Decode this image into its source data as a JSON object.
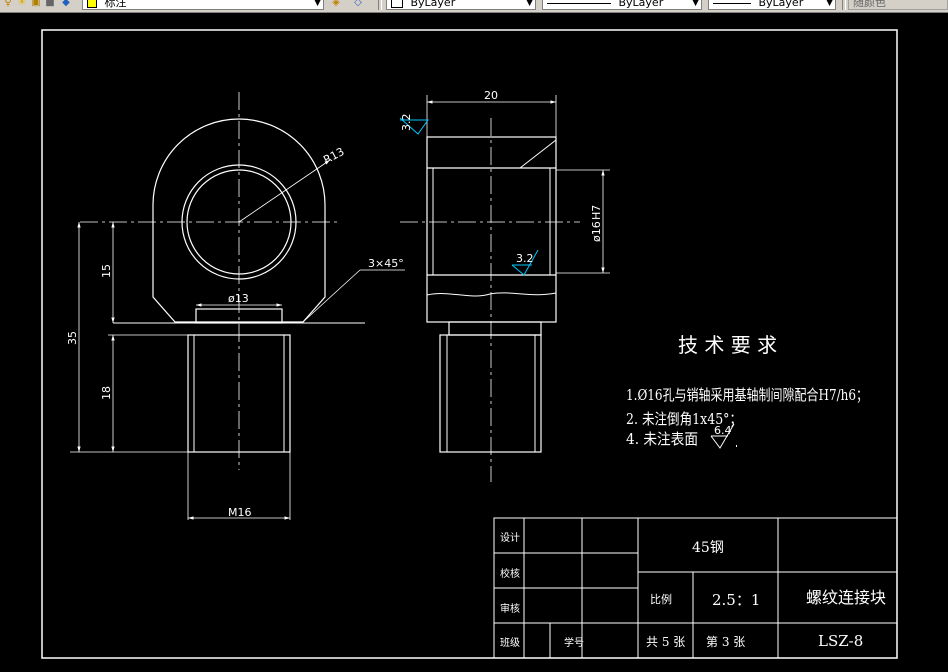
{
  "toolbar": {
    "layer_value": "标注",
    "color_value": "ByLayer",
    "linetype_value": "ByLayer",
    "lineweight_value": "ByLayer",
    "plotstyle_value": "随颜色"
  },
  "drawing": {
    "dim_top_width": "20",
    "dim_radius": "R13",
    "dim_chamfer": "3×45°",
    "dim_hole_dia": "ø13",
    "dim_pin_dia": "ø16",
    "dim_pin_tol": "H7",
    "dim_15": "15",
    "dim_35": "35",
    "dim_18": "18",
    "dim_thread": "M16",
    "rough_1": "3.2",
    "rough_2": "3.2",
    "rough_3": "6.4"
  },
  "tech_req": {
    "title": "技 术 要 求",
    "item1": "1.Ø16孔与销轴采用基轴制间隙配合H7/h6；",
    "item2": "2. 未注倒角1x45°；",
    "item3": "4. 未注表面"
  },
  "title_block": {
    "design": "设计",
    "check": "校核",
    "review": "审核",
    "class": "班级",
    "student_no": "学号",
    "material": "45钢",
    "scale_label": "比例",
    "scale_value": "2.5：1",
    "part_name": "螺纹连接块",
    "total_sheets": "共 5 张",
    "sheet_no": "第 3 张",
    "drawing_no": "LSZ-8"
  }
}
